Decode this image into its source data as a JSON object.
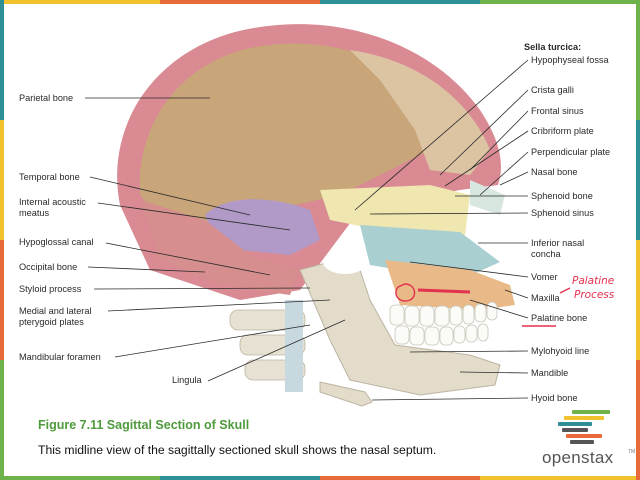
{
  "figure": {
    "title": "Figure 7.11 Sagittal Section of Skull",
    "caption": "This midline view of the sagittally sectioned skull shows the nasal septum."
  },
  "labels_left": {
    "parietal_bone": "Parietal bone",
    "temporal_bone": "Temporal bone",
    "internal_acoustic_meatus": "Internal acoustic meatus",
    "hypoglossal_canal": "Hypoglossal canal",
    "occipital_bone": "Occipital bone",
    "styloid_process": "Styloid process",
    "pterygoid_plates": "Medial and lateral pterygoid plates",
    "mandibular_foramen": "Mandibular foramen",
    "lingula": "Lingula"
  },
  "labels_right": {
    "sella_turcica": "Sella turcica:",
    "hypophyseal_fossa": "Hypophyseal fossa",
    "crista_galli": "Crista galli",
    "frontal_sinus": "Frontal sinus",
    "cribriform_plate": "Cribriform plate",
    "perpendicular_plate": "Perpendicular plate",
    "nasal_bone": "Nasal bone",
    "sphenoid_bone": "Sphenoid bone",
    "sphenoid_sinus": "Sphenoid sinus",
    "inferior_nasal_concha": "Inferior nasal concha",
    "vomer": "Vomer",
    "maxilla": "Maxilla",
    "palatine_bone": "Palatine bone",
    "mylohyoid_line": "Mylohyoid line",
    "mandible": "Mandible",
    "hyoid_bone": "Hyoid bone"
  },
  "annotation": {
    "handwritten_line1": "Palatine",
    "handwritten_line2": "Process"
  },
  "logo": {
    "wordmark": "openstax",
    "tm": "TM"
  },
  "colors": {
    "stripe_colors": [
      "#f2c12e",
      "#e96b3c",
      "#2e8f96",
      "#6fb24a"
    ],
    "caption_title": "#4f9a3d",
    "annotation_ink": "#e3324f",
    "parietal": "#c9a57a",
    "skull_outer": "#d98a93",
    "temporal": "#b19ac8",
    "occipital": "#d78e8e",
    "sphenoid": "#efe6b0",
    "vomer": "#a9cfd1",
    "maxilla": "#e9b987",
    "mandible": "#e3dccb",
    "vertebra": "#c8d8df"
  }
}
